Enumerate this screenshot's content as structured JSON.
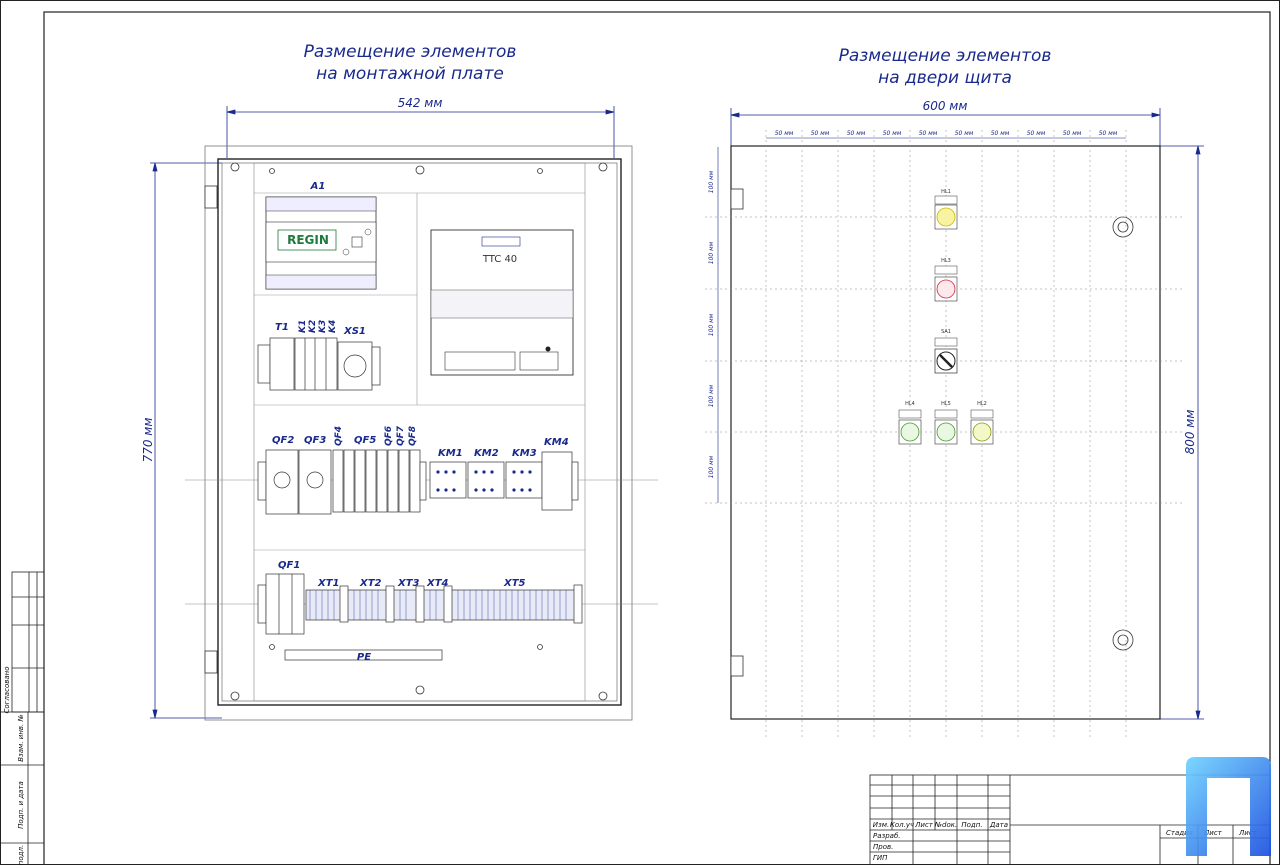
{
  "left_panel": {
    "title_line1": "Размещение элементов",
    "title_line2": "на монтажной плате",
    "width_dim": "542 мм",
    "height_dim": "770 мм",
    "labels": {
      "A1": "A1",
      "T1": "T1",
      "K1": "K1",
      "K2": "K2",
      "K3": "K3",
      "K4": "K4",
      "XS1": "XS1",
      "QF2": "QF2",
      "QF3": "QF3",
      "QF4": "QF4",
      "QF5": "QF5",
      "QF6": "QF6",
      "QF7": "QF7",
      "QF8": "QF8",
      "KM1": "KM1",
      "KM2": "KM2",
      "KM3": "KM3",
      "KM4": "KM4",
      "QF1": "QF1",
      "XT1": "XT1",
      "XT2": "XT2",
      "XT3": "XT3",
      "XT4": "XT4",
      "XT5": "XT5",
      "PE": "PE"
    },
    "controller_brand": "REGIN",
    "ttc_model": "TTC 40"
  },
  "right_panel": {
    "title_line1": "Размещение элементов",
    "title_line2": "на двери щита",
    "width_dim": "600 мм",
    "height_dim": "800 мм",
    "col_dims": [
      "50 мм",
      "50 мм",
      "50 мм",
      "50 мм",
      "50 мм",
      "50 мм",
      "50 мм",
      "50 мм",
      "50 мм",
      "50 мм"
    ],
    "row_dims": [
      "100 мм",
      "100 мм",
      "100 мм",
      "100 мм",
      "100 мм"
    ],
    "labels": {
      "HL1": "HL1",
      "HL3": "HL3",
      "SA1": "SA1",
      "HL4": "HL4",
      "HL5": "HL5",
      "HL2": "HL2"
    }
  },
  "side_stamp": {
    "agreed": "Согласовано",
    "inv_no": "Взам. инв. №",
    "sign_date": "Подп. и дата",
    "podl": "подл."
  },
  "title_block": {
    "headers": [
      "Изм.",
      "Кол.уч",
      "Лист",
      "№doк.",
      "Подп.",
      "Дата"
    ],
    "rows": [
      "Разраб.",
      "Пров.",
      "ГИП"
    ],
    "stage": "Стадия",
    "sheet": "Лист",
    "sheets": "Лист"
  },
  "colors": {
    "line": "#1a2a8c",
    "frame": "#222222",
    "accent_green": "#1e7a3c",
    "logo_blue": "#1e6cf0"
  }
}
